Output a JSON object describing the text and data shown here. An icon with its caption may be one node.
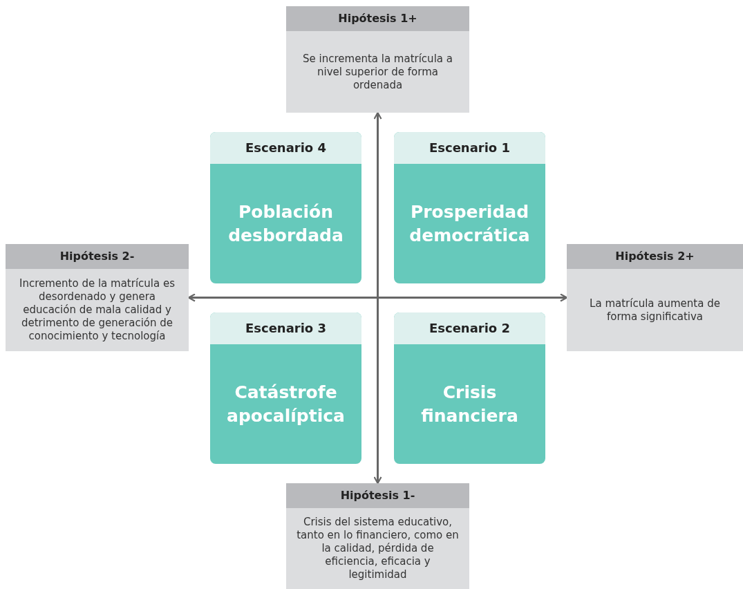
{
  "diagram": {
    "nodes": [
      {
        "text": [
          "Hipótesis 1+",
          "Se incrementa la matrícula a nivel superior de forma ordenada"
        ]
      },
      {
        "text": [
          "Escenario 4",
          "Población desbordada"
        ]
      },
      {
        "text": [
          "Escenario 1",
          "Prosperidad democrática"
        ]
      },
      {
        "text": [
          "Hipótesis 2-",
          "Incremento de la matrícula es desordenado y genera educación de mala calidad y detrimento de generación de conocimiento y tecnología"
        ]
      },
      {
        "text": [
          "Hipótesis 2+",
          "La matrícula aumenta de forma significativa"
        ]
      },
      {
        "text": [
          "Escenario 3",
          "Catástrofe apocalíptica"
        ]
      },
      {
        "text": [
          "Escenario 2",
          "Crisis financiera"
        ]
      },
      {
        "text": [
          "Hipótesis 1-",
          "Crisis del sistema educativo, tanto en lo financiero, como en la calidad, pérdida de eficiencia, eficacia y legitimidad"
        ]
      }
    ],
    "edges": [
      {
        "from": 0,
        "to": 7,
        "arrow": "both"
      },
      {
        "from": 3,
        "to": 4,
        "arrow": "both"
      }
    ]
  }
}
